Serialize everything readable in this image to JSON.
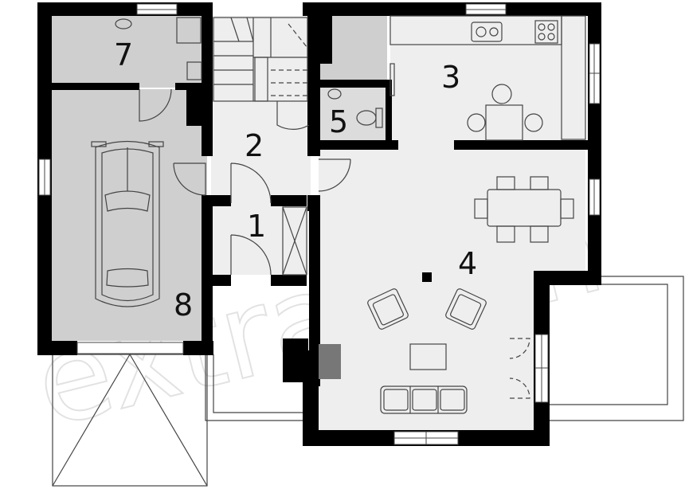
{
  "floor_plan": {
    "colors": {
      "wall": "#000000",
      "floor_light": "#eeeeee",
      "floor_dark": "#cfcfcf",
      "chimney": "#777777",
      "line": "#444444"
    },
    "rooms": [
      {
        "number": "1",
        "label": "1"
      },
      {
        "number": "2",
        "label": "2"
      },
      {
        "number": "3",
        "label": "3"
      },
      {
        "number": "4",
        "label": "4"
      },
      {
        "number": "5",
        "label": "5"
      },
      {
        "number": "7",
        "label": "7"
      },
      {
        "number": "8",
        "label": "8"
      }
    ],
    "watermark": "extradom"
  }
}
